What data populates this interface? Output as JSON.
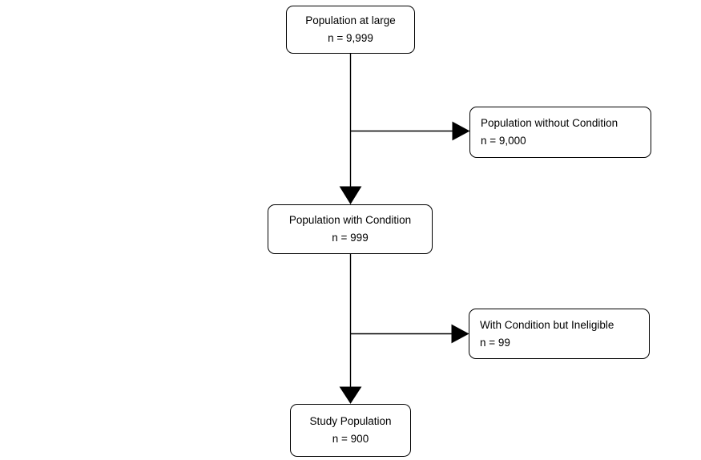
{
  "diagram": {
    "type": "flowchart",
    "nodes": {
      "population_at_large": {
        "label": "Population at large",
        "count": "n = 9,999"
      },
      "population_without_condition": {
        "label": "Population without Condition",
        "count": "n = 9,000"
      },
      "population_with_condition": {
        "label": "Population with Condition",
        "count": "n = 999"
      },
      "with_condition_but_ineligible": {
        "label": "With Condition but Ineligible",
        "count": "n = 99"
      },
      "study_population": {
        "label": "Study Population",
        "count": "n = 900"
      }
    },
    "edges": [
      {
        "from": "population_at_large",
        "to": "population_with_condition"
      },
      {
        "from": "population_at_large",
        "to": "population_without_condition"
      },
      {
        "from": "population_with_condition",
        "to": "study_population"
      },
      {
        "from": "population_with_condition",
        "to": "with_condition_but_ineligible"
      }
    ],
    "colors": {
      "border": "#000000",
      "fill": "#ffffff",
      "text": "#000000",
      "connector": "#000000"
    }
  }
}
